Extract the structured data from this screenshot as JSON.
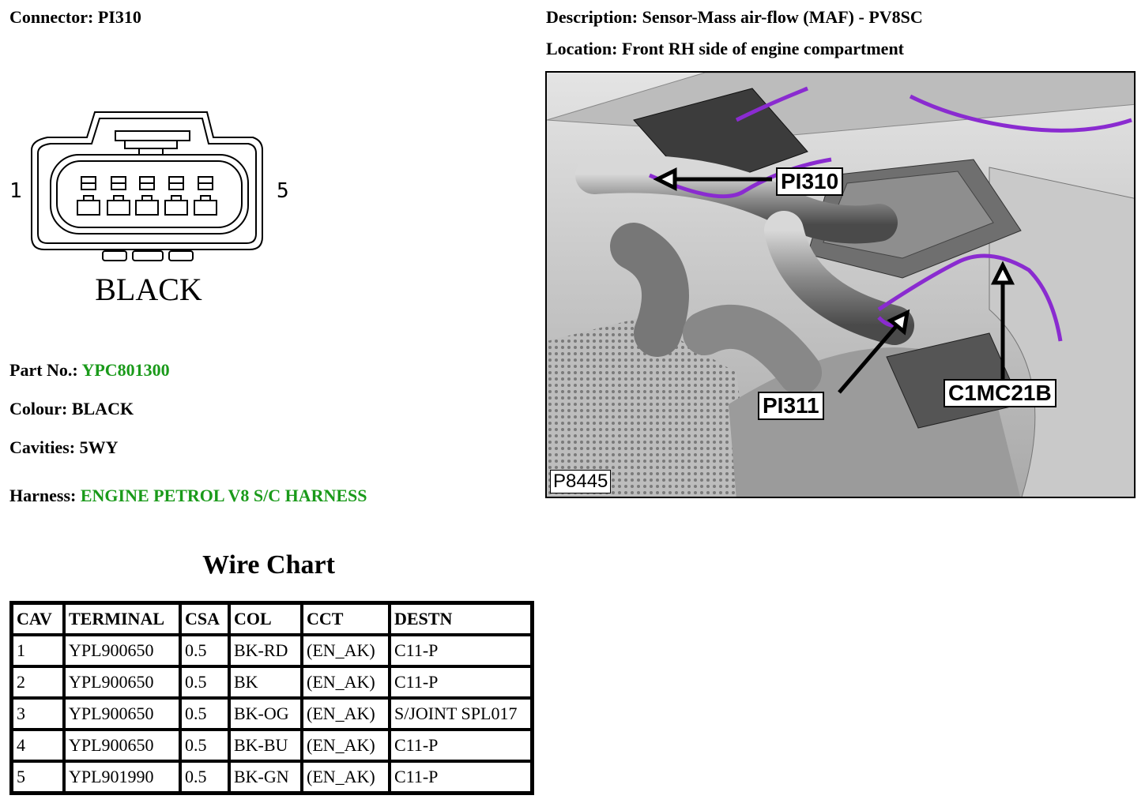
{
  "header": {
    "connector_label": "Connector:",
    "connector_value": "PI310",
    "description_label": "Description:",
    "description_value": "Sensor-Mass air-flow (MAF) - PV8SC",
    "location_label": "Location:",
    "location_value": "Front RH side of engine compartment"
  },
  "diagram": {
    "left_pin": "1",
    "right_pin": "5",
    "colour_caption": "BLACK"
  },
  "details": {
    "part_label": "Part No.:",
    "part_value": "YPC801300",
    "colour_label": "Colour:",
    "colour_value": "BLACK",
    "cavities_label": "Cavities:",
    "cavities_value": "5WY",
    "harness_label": "Harness:",
    "harness_value": "ENGINE PETROL V8 S/C HARNESS"
  },
  "photo": {
    "callouts": [
      "PI310",
      "PI311",
      "C1MC21B"
    ],
    "ref": "P8445"
  },
  "wire_chart": {
    "title": "Wire Chart",
    "headers": [
      "CAV",
      "TERMINAL",
      "CSA",
      "COL",
      "CCT",
      "DESTN"
    ],
    "rows": [
      [
        "1",
        "YPL900650",
        "0.5",
        "BK-RD",
        "(EN_AK)",
        "C11-P"
      ],
      [
        "2",
        "YPL900650",
        "0.5",
        "BK",
        "(EN_AK)",
        "C11-P"
      ],
      [
        "3",
        "YPL900650",
        "0.5",
        "BK-OG",
        "(EN_AK)",
        "S/JOINT SPL017"
      ],
      [
        "4",
        "YPL900650",
        "0.5",
        "BK-BU",
        "(EN_AK)",
        "C11-P"
      ],
      [
        "5",
        "YPL901990",
        "0.5",
        "BK-GN",
        "(EN_AK)",
        "C11-P"
      ]
    ]
  },
  "colors": {
    "highlight": "#1a9a1a",
    "wire_purple": "#8a2bd0"
  }
}
